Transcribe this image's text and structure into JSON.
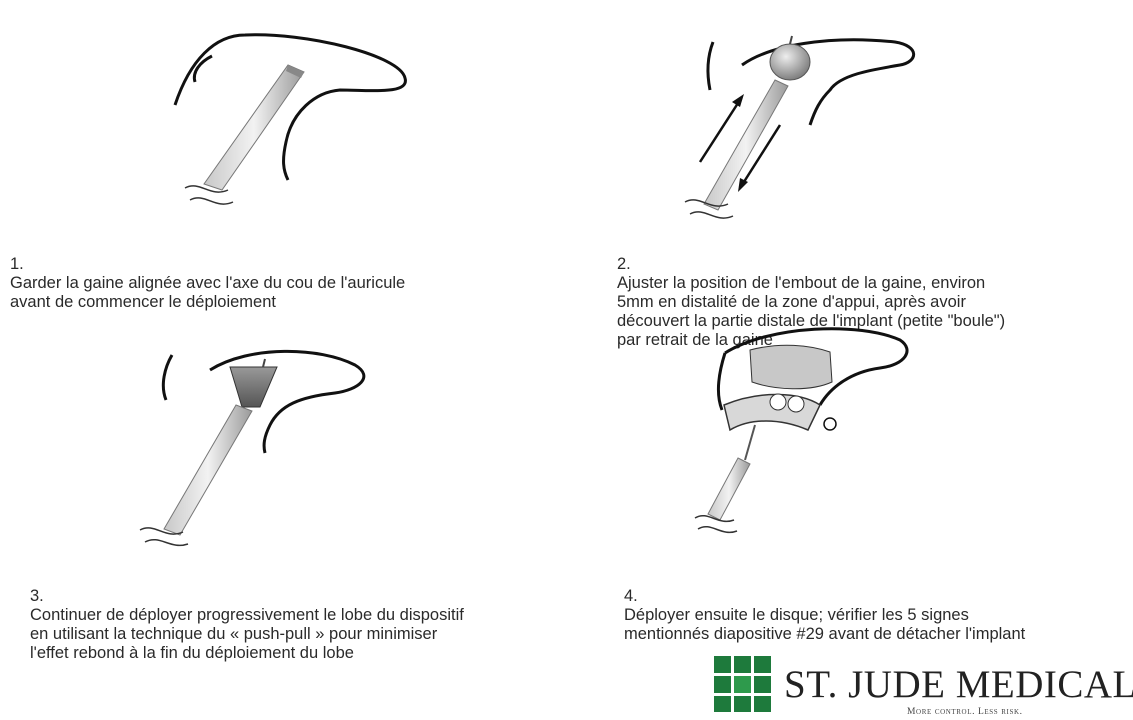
{
  "steps": [
    {
      "number": "1.",
      "text": "Garder la gaine alignée avec l'axe du cou de l'auricule\navant de commencer le déploiement"
    },
    {
      "number": "2.",
      "text": "Ajuster la position de l'embout de la gaine, environ\n5mm en distalité de la zone d'appui, après avoir\ndécouvert la partie distale de l'implant (petite \"boule\")\npar retrait de la gaine"
    },
    {
      "number": "3.",
      "text": "Continuer de déployer progressivement le lobe du dispositif\nen utilisant la technique du « push-pull » pour minimiser\nl'effet rebond à la fin du déploiement du lobe"
    },
    {
      "number": "4.",
      "text": "Déployer ensuite le disque; vérifier les 5 signes\nmentionnés diapositive #29 avant de détacher l'implant"
    }
  ],
  "logo": {
    "brand": "ST. JUDE MEDICAL",
    "trademark": "™",
    "tagline": "More control. Less risk.",
    "color": "#1e7a3c"
  },
  "illustration_icons": [
    "auricle-sheath-aligned",
    "sheath-with-ball-arrows",
    "lobe-deploying",
    "disc-deployed"
  ]
}
